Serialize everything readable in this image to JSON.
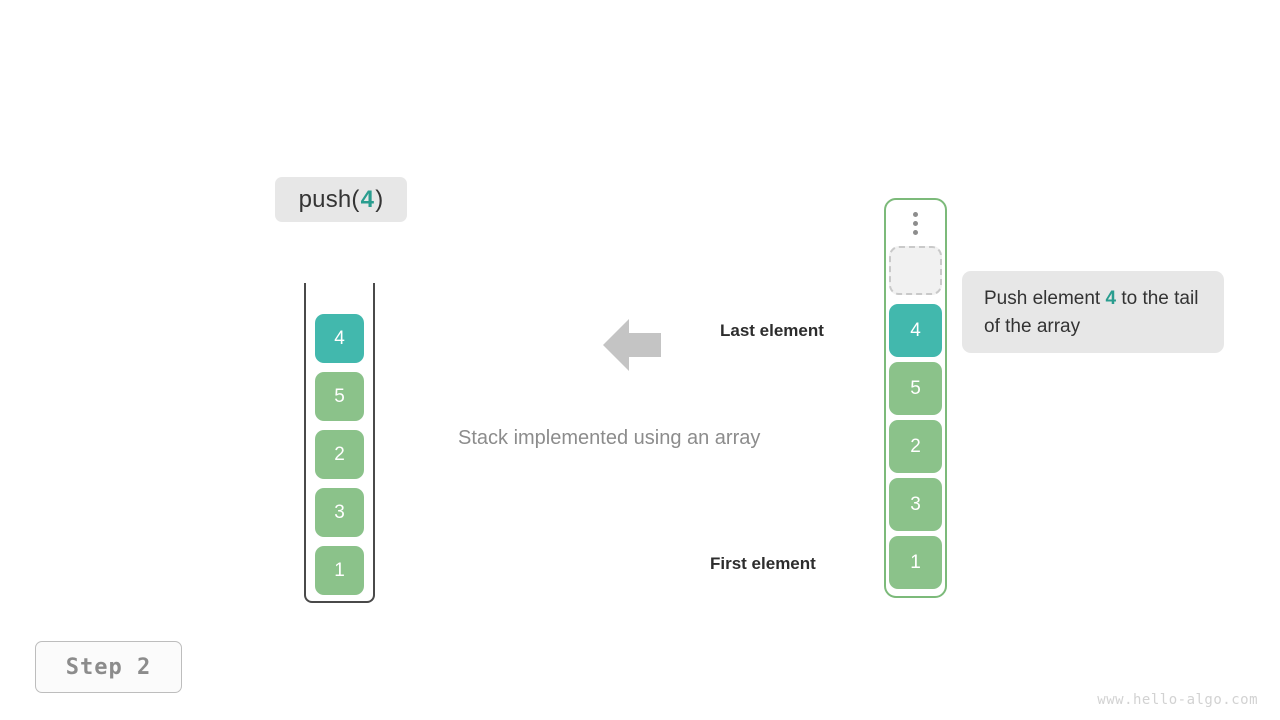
{
  "diagram": {
    "operation_label": {
      "prefix": "push(",
      "value": "4",
      "suffix": ")"
    },
    "center_caption": "Stack implemented using an array",
    "labels": {
      "last_element": "Last element",
      "first_element": "First element"
    },
    "arrow": {
      "icon": "arrow-left-icon",
      "direction": "left",
      "color": "#c4c4c4"
    },
    "stack": {
      "title": "stack-container",
      "cells_top_to_bottom": [
        {
          "value": "4",
          "color": "teal"
        },
        {
          "value": "5",
          "color": "green"
        },
        {
          "value": "2",
          "color": "green"
        },
        {
          "value": "3",
          "color": "green"
        },
        {
          "value": "1",
          "color": "green"
        }
      ]
    },
    "array": {
      "title": "array-container",
      "ellipsis": "vertical-ellipsis-icon",
      "empty_slot_label": "",
      "cells_top_to_bottom": [
        {
          "value": "4",
          "color": "teal"
        },
        {
          "value": "5",
          "color": "green"
        },
        {
          "value": "2",
          "color": "green"
        },
        {
          "value": "3",
          "color": "green"
        },
        {
          "value": "1",
          "color": "green"
        }
      ]
    },
    "tooltip": {
      "text_before": "Push element ",
      "accent": "4",
      "text_after": " to the tail of the array"
    },
    "step_badge": "Step 2",
    "watermark": "www.hello-algo.com",
    "colors": {
      "teal": "#42b8ad",
      "green": "#8bc28a",
      "accent": "#2a9d8f",
      "array_border": "#7cba7a",
      "stack_border": "#4a4a4a",
      "chip_bg": "#e7e7e7",
      "muted_text": "#8c8c8c"
    }
  }
}
